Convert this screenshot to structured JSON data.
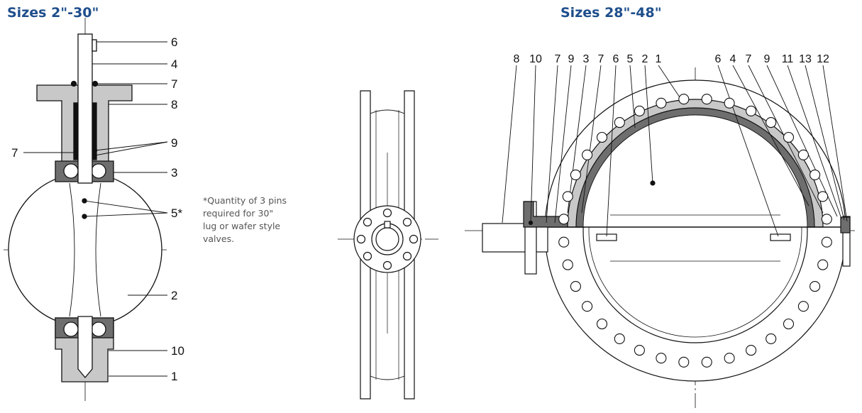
{
  "titles": {
    "left": "Sizes 2\"-30\"",
    "right": "Sizes 28\"-48\""
  },
  "note": "*Quantity of 3 pins required for 30\" lug or wafer style valves.",
  "left_callouts": [
    "6",
    "4",
    "7",
    "8",
    "7",
    "9",
    "3",
    "5*",
    "2",
    "10",
    "1"
  ],
  "right_callouts": [
    "8",
    "10",
    "7",
    "9",
    "3",
    "7",
    "6",
    "5",
    "2",
    "1",
    "6",
    "4",
    "7",
    "9",
    "11",
    "13",
    "12"
  ],
  "colors": {
    "title": "#1e4e8c",
    "part_fill": "#c8c8c8",
    "dark_fill": "#6e6e6e",
    "line": "#111111"
  }
}
